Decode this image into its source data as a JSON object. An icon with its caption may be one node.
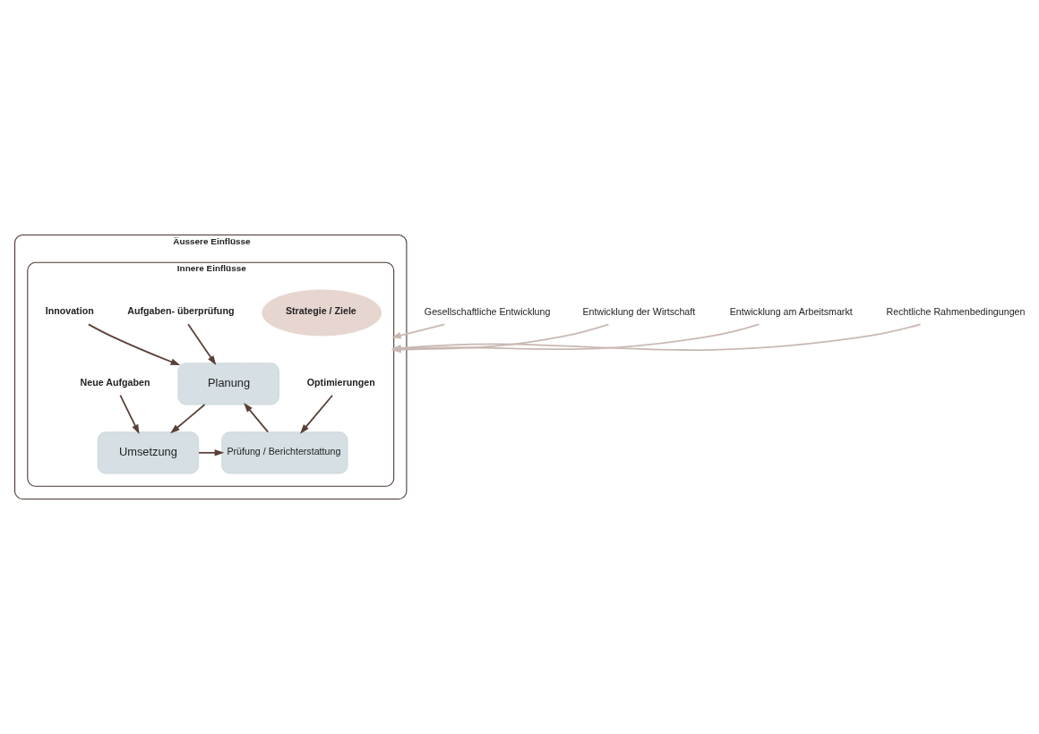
{
  "diagram": {
    "nodes": [
      {
        "text": [
          "Äussere Einflüsse"
        ]
      },
      {
        "text": [
          "Innere Einflüsse"
        ],
        "in": 0
      },
      {
        "text": [
          "Planung"
        ],
        "in": 1
      },
      {
        "text": [
          "Strategie / Ziele"
        ],
        "in": 1
      },
      {
        "text": [
          "Umsetzung"
        ],
        "in": 1
      },
      {
        "text": [
          "Prüfung / Berichterstattung"
        ],
        "in": 1
      },
      {
        "text": [
          "Aufgaben- überprüfung"
        ],
        "in": 1
      },
      {
        "text": [
          "Innovation"
        ],
        "in": 1
      },
      {
        "text": [
          "Optimierungen"
        ],
        "in": 1
      },
      {
        "text": [
          "Neue Aufgaben"
        ],
        "in": 1
      },
      {
        "text": [
          "Gesellschaftliche Entwicklung"
        ]
      },
      {
        "text": [
          "Entwicklung der Wirtschaft"
        ]
      },
      {
        "text": [
          "Entwicklung am Arbeitsmarkt"
        ]
      },
      {
        "text": [
          "Rechtliche Rahmenbedingungen"
        ]
      }
    ],
    "edges": [
      {
        "from": 2,
        "to": 4,
        "arrow": "to"
      },
      {
        "from": 4,
        "to": 5,
        "arrow": "to"
      },
      {
        "from": 5,
        "to": 2,
        "arrow": "to"
      },
      {
        "from": 6,
        "to": 2,
        "arrow": "to"
      },
      {
        "from": 7,
        "to": 2,
        "arrow": "to"
      },
      {
        "from": 8,
        "to": 5,
        "arrow": "to"
      },
      {
        "from": 9,
        "to": 4,
        "arrow": "to"
      },
      {
        "from": 10,
        "to": 1,
        "arrow": "to",
        "color": "#c9b8b2"
      },
      {
        "from": 11,
        "to": 1,
        "arrow": "to",
        "color": "#c9b8b2"
      },
      {
        "from": 12,
        "to": 1,
        "arrow": "to",
        "color": "#c9b8b2"
      },
      {
        "from": 13,
        "to": 1,
        "arrow": "to",
        "color": "#c9b8b2"
      }
    ]
  }
}
